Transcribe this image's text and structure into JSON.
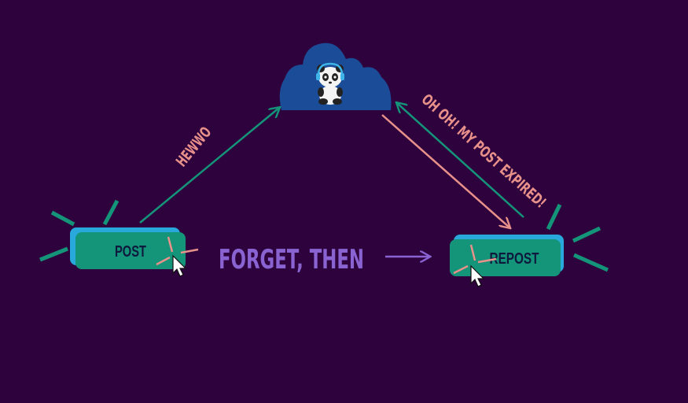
{
  "cloud": {
    "label": "",
    "mascot": "panda-with-headphones"
  },
  "left_button": {
    "label": "POST"
  },
  "right_button": {
    "label": "REPOST"
  },
  "arrow_up_label": "HEWWO",
  "arrow_back_label": "OH OH! MY POST EXPIRED!",
  "middle_text": "FORGET, THEN",
  "colors": {
    "background": "#2e033d",
    "teal": "#14957a",
    "teal_dark": "#118866",
    "button_back": "#29a8dc",
    "salmon": "#e8908a",
    "purple_text": "#8a63d2",
    "cloud": "#1b4c98",
    "button_text": "#0e1a3d"
  },
  "icons": {
    "cursor": "mouse-pointer-icon",
    "sparkle": "click-burst-icon"
  }
}
